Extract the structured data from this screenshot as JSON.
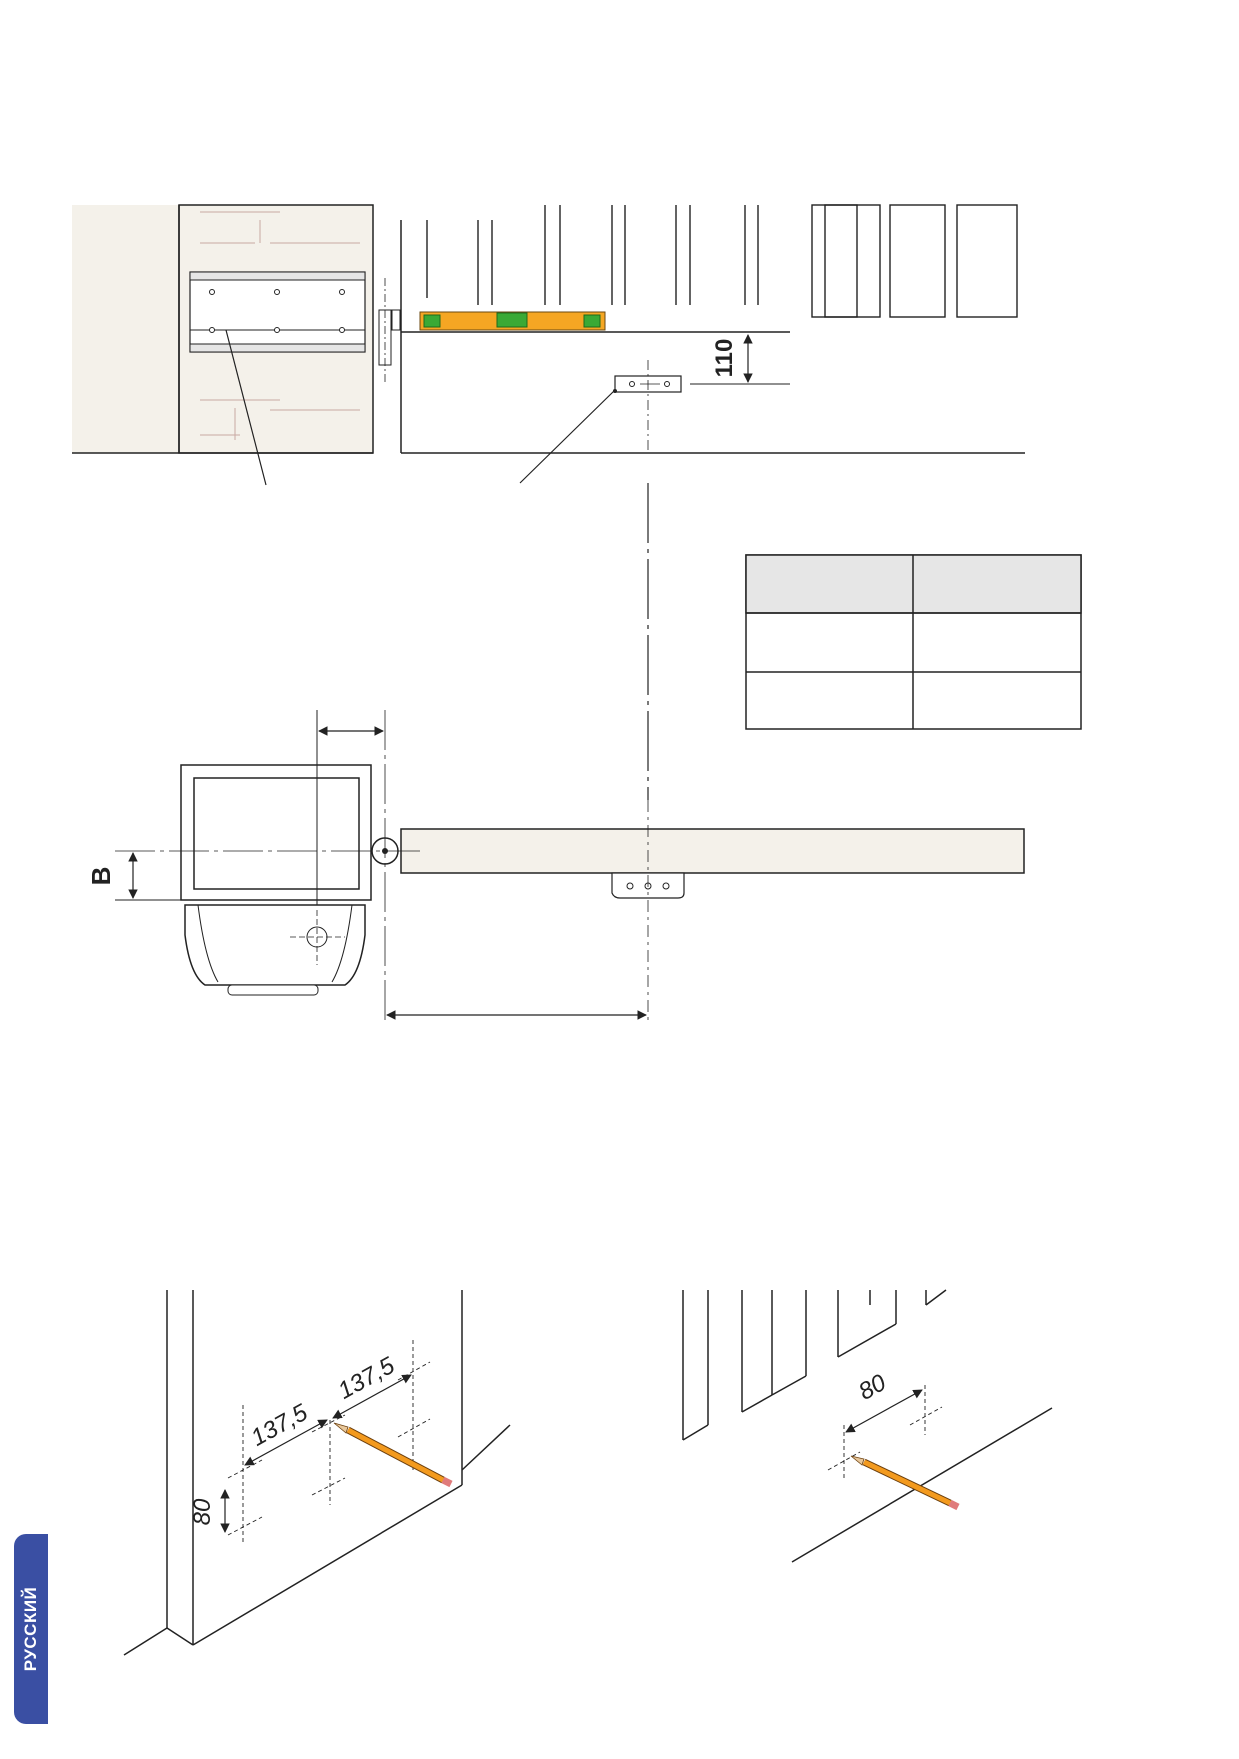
{
  "language_tab": "РУССКИЙ",
  "dimensions": {
    "height_110": "110",
    "label_B": "B",
    "spacing_left_1": "137,5",
    "spacing_left_2": "137,5",
    "height_80": "80",
    "spacing_right_80": "80"
  },
  "table": {
    "rows": [
      [
        "",
        ""
      ],
      [
        "",
        ""
      ],
      [
        "",
        ""
      ]
    ]
  },
  "colors": {
    "level_body": "#f5a623",
    "level_bubble": "#3aa935",
    "pencil_body": "#f39a1e",
    "pencil_tip": "#e07b7b",
    "tab_blue": "#3a4fa3",
    "wall_fill": "#f4f1ea",
    "outline": "#222222"
  }
}
